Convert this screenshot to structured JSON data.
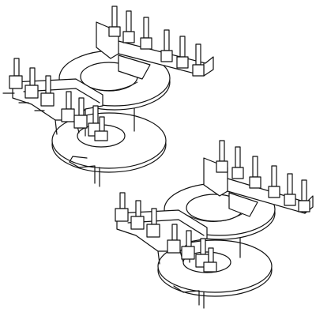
{
  "figure": {
    "description_visible_text": "",
    "components": [
      {
        "name": "bobbin-upper",
        "pins_top_row": 6,
        "pins_side_row": 7
      },
      {
        "name": "bobbin-lower",
        "pins_top_row": 6,
        "pins_side_row": 7
      }
    ]
  },
  "colors": {
    "line": "#111111",
    "background": "#ffffff"
  }
}
